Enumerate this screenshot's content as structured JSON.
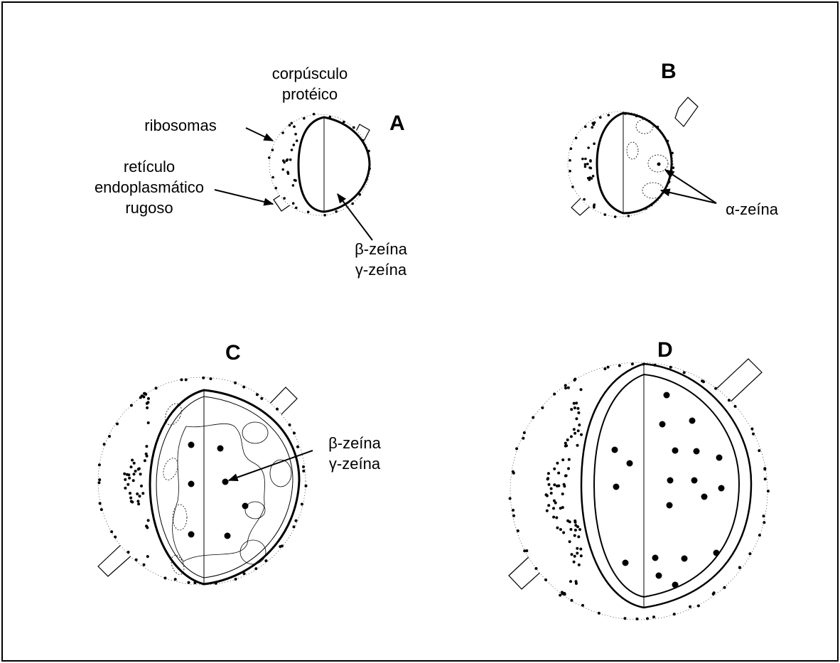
{
  "panels": {
    "a": "A",
    "b": "B",
    "c": "C",
    "d": "D"
  },
  "labels": {
    "protein_body_1": "corpúsculo",
    "protein_body_2": "protéico",
    "ribosomes": "ribosomas",
    "rer_1": "retículo",
    "rer_2": "endoplasmático",
    "rer_3": "rugoso",
    "a_beta": "β-zeína",
    "a_gamma": "γ-zeína",
    "b_alpha": "α-zeína",
    "c_beta": "β-zeína",
    "c_gamma": "γ-zeína"
  }
}
